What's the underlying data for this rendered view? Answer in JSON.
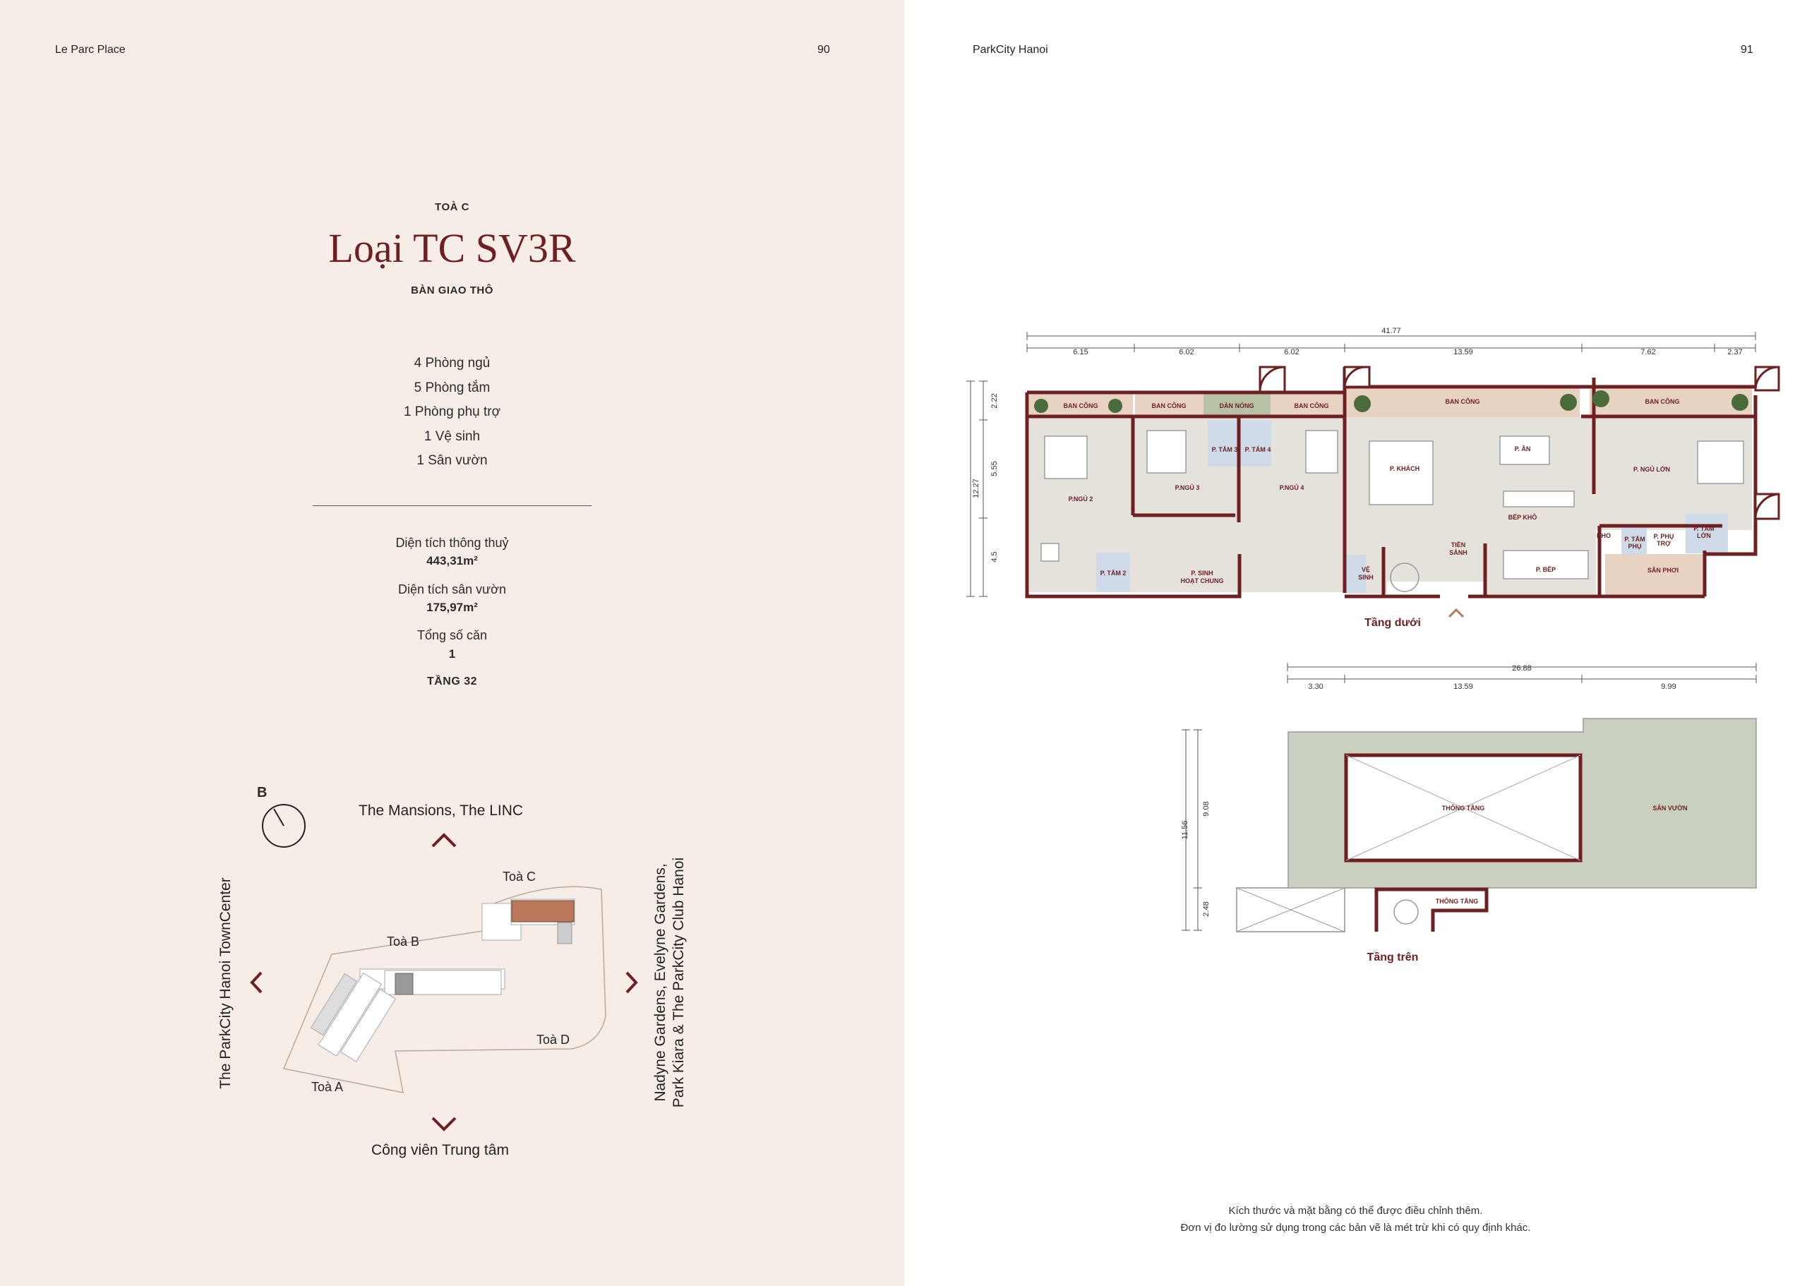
{
  "left_page": {
    "header_title": "Le Parc Place",
    "page_number": "90",
    "tower_label": "TOÀ C",
    "unit_title": "Loại TC SV3R",
    "handover": "BÀN GIAO THÔ",
    "features": [
      "4 Phòng ngủ",
      "5 Phòng tắm",
      "1 Phòng phụ trợ",
      "1 Vệ sinh",
      "1 Sân vườn"
    ],
    "stats": [
      {
        "label": "Diện tích thông thuỷ",
        "value": "443,31m²"
      },
      {
        "label": "Diện tích sân vườn",
        "value": "175,97m²"
      },
      {
        "label": "Tổng số căn",
        "value": "1"
      }
    ],
    "floor": "TẦNG 32"
  },
  "site_map": {
    "compass_letter": "B",
    "north": "The Mansions, The LINC",
    "south": "Công viên Trung tâm",
    "west": "The ParkCity Hanoi TownCenter",
    "east_line1": "Nadyne Gardens, Evelyne Gardens,",
    "east_line2": "Park Kiara & The ParkCity Club Hanoi",
    "towers": {
      "a": "Toà A",
      "b": "Toà B",
      "c": "Toà C",
      "d": "Toà D"
    },
    "highlight_color": "#b9785a"
  },
  "right_page": {
    "header_title": "ParkCity Hanoi",
    "page_number": "91",
    "lower_floor": {
      "caption": "Tầng dưới",
      "total_width": "41.77",
      "segments": [
        "6.15",
        "6.02",
        "6.02",
        "13.59",
        "7.62",
        "2.37"
      ],
      "side_total": "12.27",
      "side_segments": [
        "2.22",
        "5.55",
        "4.5"
      ],
      "rooms": {
        "ban_cong": "BAN CÔNG",
        "dan_nong": "DÀN NÓNG",
        "p_ngu_2": "P.NGỦ 2",
        "p_ngu_3": "P.NGỦ 3",
        "p_ngu_4": "P.NGỦ 4",
        "p_tam_2": "P. TẮM 2",
        "p_tam_3": "P. TẮM 3",
        "p_tam_4": "P. TẮM 4",
        "p_sinh_hoat_1": "P. SINH",
        "p_sinh_hoat_2": "HOẠT CHUNG",
        "ve_sinh_1": "VỆ",
        "ve_sinh_2": "SINH",
        "p_khach": "P. KHÁCH",
        "p_an": "P. ĂN",
        "bep_kho": "BẾP KHÔ",
        "tien_sanh_1": "TIỀN",
        "tien_sanh_2": "SẢNH",
        "p_bep": "P. BẾP",
        "kho": "KHO",
        "p_ngu_lon": "P. NGỦ LỚN",
        "p_tam_phu_1": "P. TẮM",
        "p_tam_phu_2": "PHỤ",
        "p_phu_tro_1": "P. PHỤ",
        "p_phu_tro_2": "TRỢ",
        "p_tam_lon_1": "P. TẮM",
        "p_tam_lon_2": "LỚN",
        "san_phoi": "SÂN PHƠI"
      }
    },
    "upper_floor": {
      "caption": "Tầng trên",
      "total_width": "26.88",
      "segments": [
        "3.30",
        "13.59",
        "9.99"
      ],
      "side_total": "11.56",
      "side_segments": [
        "9.08",
        "2.48"
      ],
      "rooms": {
        "thong_tang": "THÔNG TẦNG",
        "thong_tang_2": "THÔNG TẦNG",
        "san_vuon": "SÂN VƯỜN"
      }
    },
    "notes": [
      "Kích thước và mặt bằng có thể được điều chỉnh thêm.",
      "Đơn vị đo lường sử dụng trong các bản vẽ là mét trừ khi có quy định khác."
    ],
    "colors": {
      "wall": "#6d1f22",
      "floor": "#e4e2da",
      "balcony": "#e8d3c3",
      "bath": "#cfdbe9",
      "garden": "#c9d0c0",
      "condenser": "#b7c2a5"
    }
  }
}
